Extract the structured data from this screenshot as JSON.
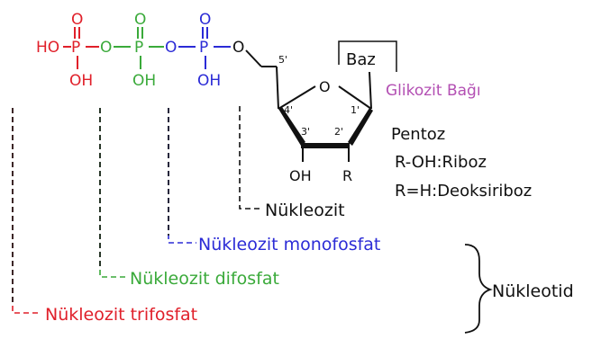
{
  "colors": {
    "triphosphate": "#e0202a",
    "diphosphate": "#3aaa3a",
    "monophosphate": "#2b2bd6",
    "glycosidic": "#b34fb3",
    "black": "#111111"
  },
  "phosphates": {
    "ho_left": "HO",
    "p1": "P",
    "p2": "P",
    "p3": "P",
    "o1_top": "O",
    "o2_top": "O",
    "o3_top": "O",
    "oh1": "OH",
    "oh2": "OH",
    "oh3": "OH",
    "o_bridge1": "O",
    "o_bridge2": "O",
    "o_bridge3": "O"
  },
  "sugar": {
    "ring_o": "O",
    "c5": "5'",
    "c4": "4'",
    "c3": "3'",
    "c2": "2'",
    "c1": "1'",
    "oh": "OH",
    "r": "R"
  },
  "labels": {
    "baz": "Baz",
    "glikozit": "Glikozit Bağı",
    "pentoz": "Pentoz",
    "riboz": "R-OH:Riboz",
    "deoksiriboz": "R=H:Deoksiriboz",
    "nukleozit": "Nükleozit",
    "monofosfat": "Nükleozit monofosfat",
    "difosfat": "Nükleozit difosfat",
    "trifosfat": "Nükleozit trifosfat",
    "nukleotid": "Nükleotid"
  }
}
